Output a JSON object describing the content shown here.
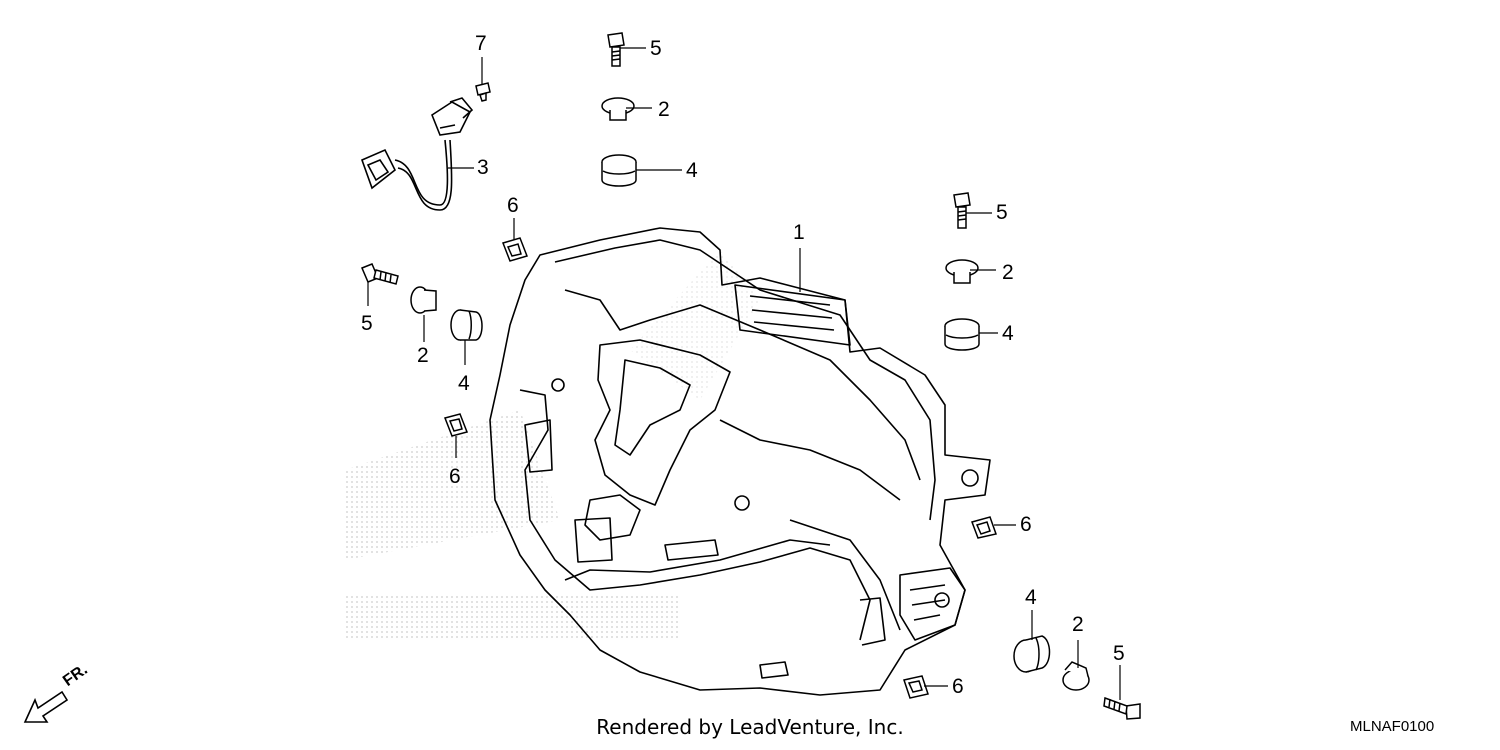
{
  "diagram": {
    "callouts": {
      "c1": "1",
      "c2a": "2",
      "c2b": "2",
      "c2c": "2",
      "c2d": "2",
      "c3": "3",
      "c4a": "4",
      "c4b": "4",
      "c4c": "4",
      "c4d": "4",
      "c5a": "5",
      "c5b": "5",
      "c5c": "5",
      "c5d": "5",
      "c6a": "6",
      "c6b": "6",
      "c6c": "6",
      "c6d": "6",
      "c7": "7"
    },
    "direction_label": "FR.",
    "diagram_code": "MLNAF0100",
    "footer_credit": "Rendered by LeadVenture, Inc.",
    "stroke_color": "#000000"
  }
}
